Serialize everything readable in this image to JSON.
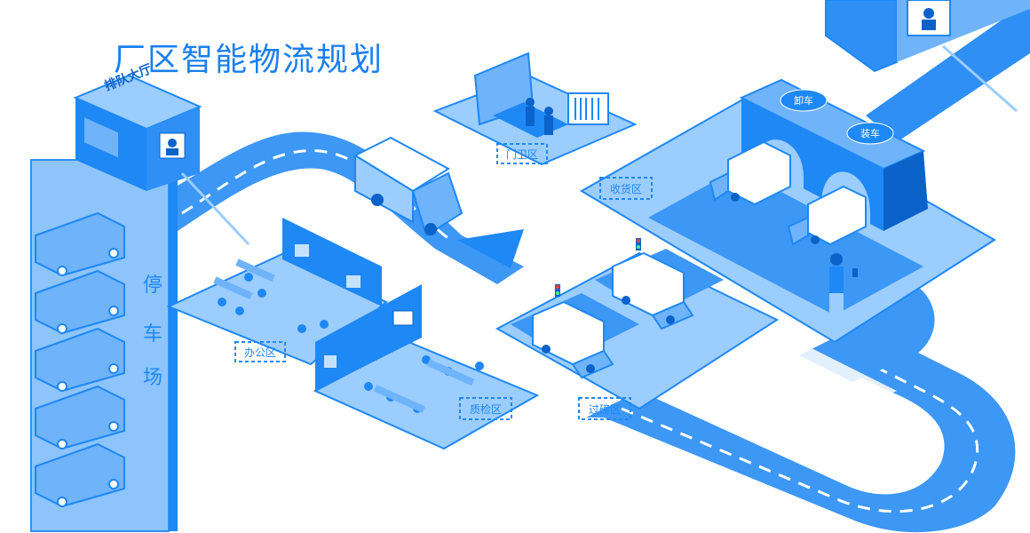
{
  "title": "厂区智能物流规划",
  "zones": {
    "queue_hall": "排队大厅",
    "parking_lot": [
      "停",
      "车",
      "场"
    ],
    "security": "门卫区",
    "receiving": "收货区",
    "inspection": "质检区",
    "office": "办公区",
    "weighing": "过磅区",
    "unload": "卸车",
    "load": "装车"
  },
  "colors": {
    "primary": "#1e88f5",
    "light": "#9ccdff",
    "pale": "#c4e2ff",
    "dark": "#0b62c9",
    "road": "#3c97f5"
  }
}
